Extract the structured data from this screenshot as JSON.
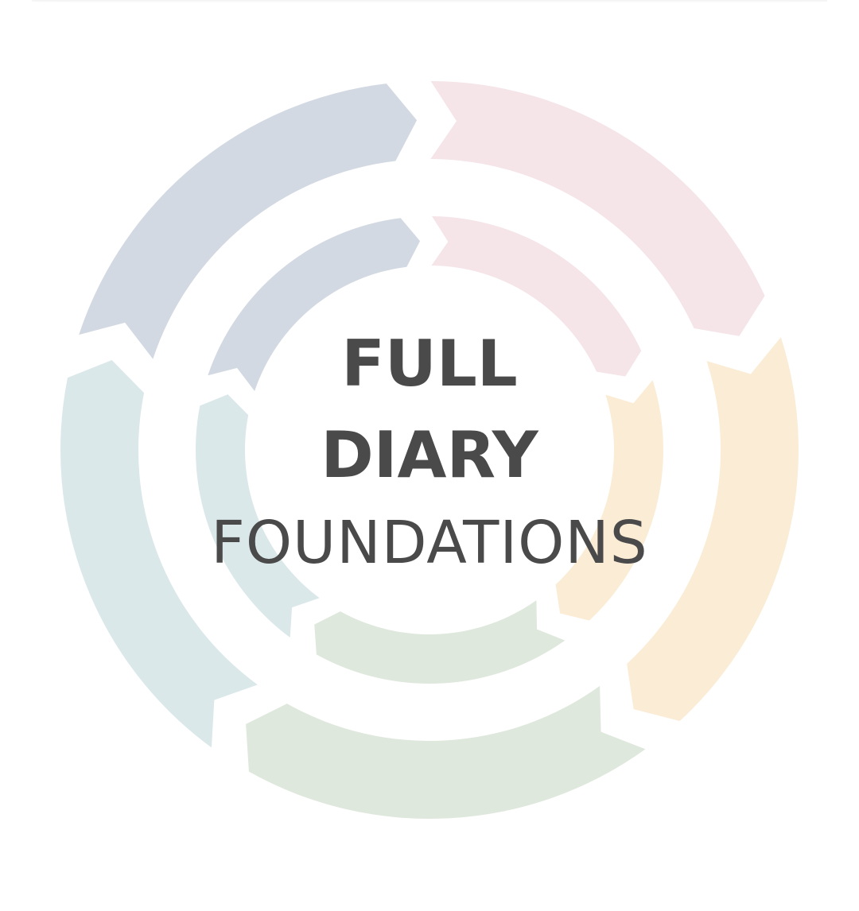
{
  "logo": {
    "title_line1": "FULL",
    "title_line2": "DIARY",
    "title_line3": "FOUNDATIONS",
    "text_color": "#4a4a4a"
  },
  "rings": {
    "segment_colors": [
      "#f5e4e8",
      "#fbecd5",
      "#dfe8dd",
      "#dbe8ea",
      "#d3d9e2"
    ],
    "segment_names": [
      "pink",
      "peach",
      "green",
      "teal",
      "slate"
    ]
  }
}
